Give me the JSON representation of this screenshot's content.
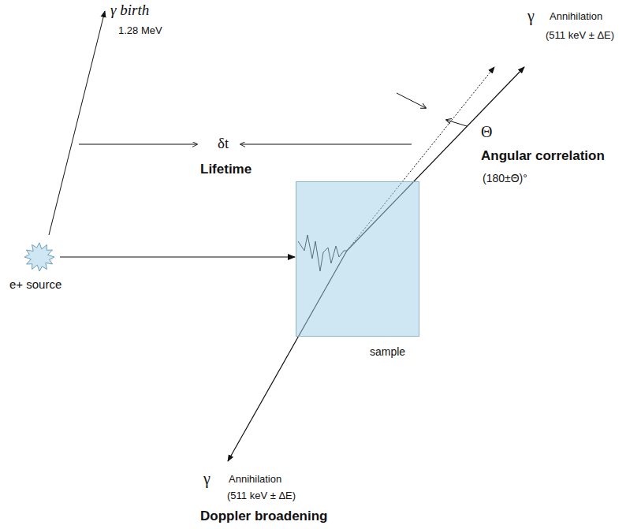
{
  "diagram": {
    "nodes": [
      {
        "text": [
          "e+ source"
        ]
      },
      {
        "text": [
          "sample"
        ]
      }
    ],
    "edges": [
      {
        "from": 0,
        "to": 1,
        "arrow": "to"
      }
    ],
    "labels": [
      "γ birth",
      "1.28 MeV",
      "δt",
      "Lifetime",
      "γ",
      "Annihilation",
      "(511 keV ± ΔE)",
      "Θ",
      "Angular correlation",
      "(180±Θ)°",
      "γ",
      "Annihilation",
      "(511 keV ± ΔE)",
      "Doppler broadening"
    ]
  }
}
